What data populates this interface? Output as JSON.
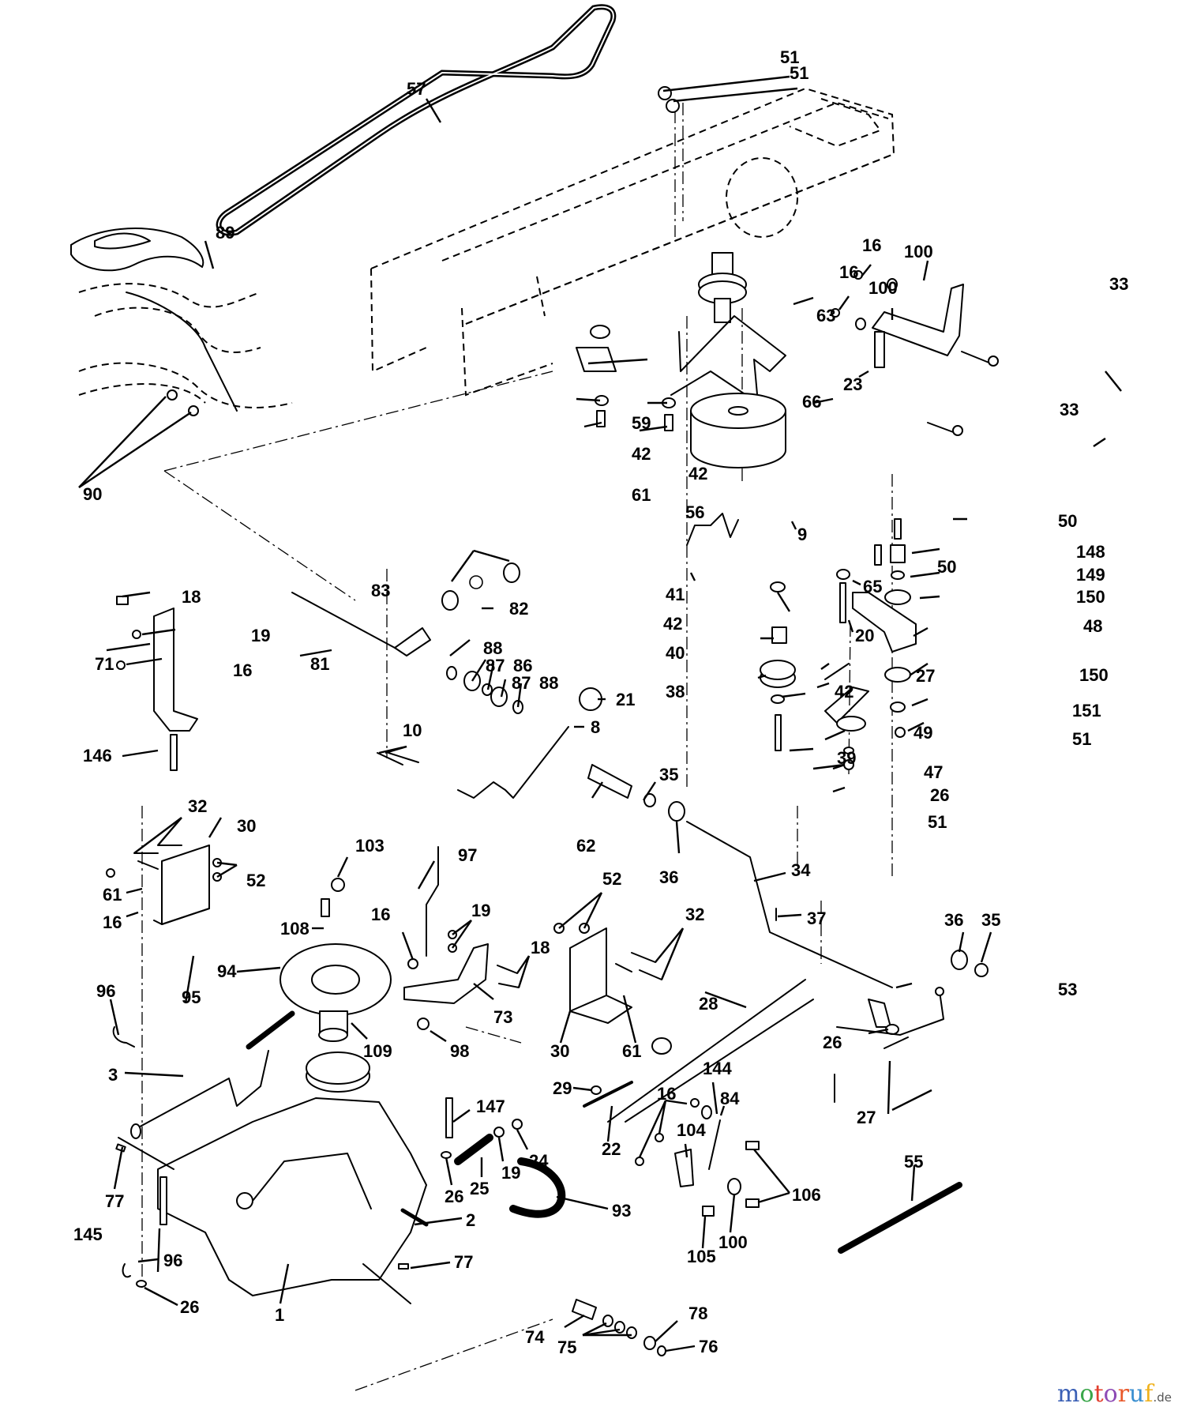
{
  "diagram": {
    "type": "exploded parts diagram",
    "subject": "Lawn tractor drive / transaxle assembly",
    "callouts": [
      {
        "id": "c57",
        "label": "57"
      },
      {
        "id": "c51a",
        "label": "51"
      },
      {
        "id": "c51b",
        "label": "51"
      },
      {
        "id": "c89",
        "label": "89"
      },
      {
        "id": "c16a",
        "label": "16"
      },
      {
        "id": "c100a",
        "label": "100"
      },
      {
        "id": "c16b",
        "label": "16"
      },
      {
        "id": "c100b",
        "label": "100"
      },
      {
        "id": "c33a",
        "label": "33"
      },
      {
        "id": "c33b",
        "label": "33"
      },
      {
        "id": "c23",
        "label": "23"
      },
      {
        "id": "c63",
        "label": "63"
      },
      {
        "id": "c66",
        "label": "66"
      },
      {
        "id": "c59",
        "label": "59"
      },
      {
        "id": "c42a",
        "label": "42"
      },
      {
        "id": "c61a",
        "label": "61"
      },
      {
        "id": "c42b",
        "label": "42"
      },
      {
        "id": "c56",
        "label": "56"
      },
      {
        "id": "c9",
        "label": "9"
      },
      {
        "id": "c90",
        "label": "90"
      },
      {
        "id": "c50a",
        "label": "50"
      },
      {
        "id": "c148",
        "label": "148"
      },
      {
        "id": "c50b",
        "label": "50"
      },
      {
        "id": "c149",
        "label": "149"
      },
      {
        "id": "c150a",
        "label": "150"
      },
      {
        "id": "c48",
        "label": "48"
      },
      {
        "id": "c150b",
        "label": "150"
      },
      {
        "id": "c27a",
        "label": "27"
      },
      {
        "id": "c151",
        "label": "151"
      },
      {
        "id": "c51c",
        "label": "51"
      },
      {
        "id": "c49",
        "label": "49"
      },
      {
        "id": "c47",
        "label": "47"
      },
      {
        "id": "c26a",
        "label": "26"
      },
      {
        "id": "c51d",
        "label": "51"
      },
      {
        "id": "c83",
        "label": "83"
      },
      {
        "id": "c82",
        "label": "82"
      },
      {
        "id": "c41",
        "label": "41"
      },
      {
        "id": "c65",
        "label": "65"
      },
      {
        "id": "c42c",
        "label": "42"
      },
      {
        "id": "c20",
        "label": "20"
      },
      {
        "id": "c40",
        "label": "40"
      },
      {
        "id": "c38",
        "label": "38"
      },
      {
        "id": "c42d",
        "label": "42"
      },
      {
        "id": "c39",
        "label": "39"
      },
      {
        "id": "c18a",
        "label": "18"
      },
      {
        "id": "c19a",
        "label": "19"
      },
      {
        "id": "c71",
        "label": "71"
      },
      {
        "id": "c16c",
        "label": "16"
      },
      {
        "id": "c81",
        "label": "81"
      },
      {
        "id": "c88a",
        "label": "88"
      },
      {
        "id": "c87a",
        "label": "87"
      },
      {
        "id": "c86",
        "label": "86"
      },
      {
        "id": "c87b",
        "label": "87"
      },
      {
        "id": "c88b",
        "label": "88"
      },
      {
        "id": "c21",
        "label": "21"
      },
      {
        "id": "c8",
        "label": "8"
      },
      {
        "id": "c10",
        "label": "10"
      },
      {
        "id": "c146",
        "label": "146"
      },
      {
        "id": "c35a",
        "label": "35"
      },
      {
        "id": "c62",
        "label": "62"
      },
      {
        "id": "c36a",
        "label": "36"
      },
      {
        "id": "c34",
        "label": "34"
      },
      {
        "id": "c32a",
        "label": "32"
      },
      {
        "id": "c30a",
        "label": "30"
      },
      {
        "id": "c61b",
        "label": "61"
      },
      {
        "id": "c52a",
        "label": "52"
      },
      {
        "id": "c16d",
        "label": "16"
      },
      {
        "id": "c103",
        "label": "103"
      },
      {
        "id": "c97",
        "label": "97"
      },
      {
        "id": "c108",
        "label": "108"
      },
      {
        "id": "c16e",
        "label": "16"
      },
      {
        "id": "c19b",
        "label": "19"
      },
      {
        "id": "c52b",
        "label": "52"
      },
      {
        "id": "c32b",
        "label": "32"
      },
      {
        "id": "c18b",
        "label": "18"
      },
      {
        "id": "c37",
        "label": "37"
      },
      {
        "id": "c36b",
        "label": "36"
      },
      {
        "id": "c35b",
        "label": "35"
      },
      {
        "id": "c94",
        "label": "94"
      },
      {
        "id": "c73",
        "label": "73"
      },
      {
        "id": "c30b",
        "label": "30"
      },
      {
        "id": "c61c",
        "label": "61"
      },
      {
        "id": "c96a",
        "label": "96"
      },
      {
        "id": "c95",
        "label": "95"
      },
      {
        "id": "c109",
        "label": "109"
      },
      {
        "id": "c98",
        "label": "98"
      },
      {
        "id": "c28",
        "label": "28"
      },
      {
        "id": "c53",
        "label": "53"
      },
      {
        "id": "c26b",
        "label": "26"
      },
      {
        "id": "c3",
        "label": "3"
      },
      {
        "id": "c29",
        "label": "29"
      },
      {
        "id": "c144",
        "label": "144"
      },
      {
        "id": "c16f",
        "label": "16"
      },
      {
        "id": "c84",
        "label": "84"
      },
      {
        "id": "c27b",
        "label": "27"
      },
      {
        "id": "c147",
        "label": "147"
      },
      {
        "id": "c104",
        "label": "104"
      },
      {
        "id": "c22",
        "label": "22"
      },
      {
        "id": "c77a",
        "label": "77"
      },
      {
        "id": "c19c",
        "label": "19"
      },
      {
        "id": "c24",
        "label": "24"
      },
      {
        "id": "c26c",
        "label": "26"
      },
      {
        "id": "c25",
        "label": "25"
      },
      {
        "id": "c106",
        "label": "106"
      },
      {
        "id": "c55",
        "label": "55"
      },
      {
        "id": "c93",
        "label": "93"
      },
      {
        "id": "c2",
        "label": "2"
      },
      {
        "id": "c145",
        "label": "145"
      },
      {
        "id": "c105",
        "label": "105"
      },
      {
        "id": "c100c",
        "label": "100"
      },
      {
        "id": "c96b",
        "label": "96"
      },
      {
        "id": "c77b",
        "label": "77"
      },
      {
        "id": "c78",
        "label": "78"
      },
      {
        "id": "c74",
        "label": "74"
      },
      {
        "id": "c76",
        "label": "76"
      },
      {
        "id": "c75",
        "label": "75"
      },
      {
        "id": "c26d",
        "label": "26"
      },
      {
        "id": "c1",
        "label": "1"
      }
    ]
  },
  "watermark": {
    "letters": [
      {
        "ch": "m",
        "color": "#3a5fb5"
      },
      {
        "ch": "o",
        "color": "#3aa64a"
      },
      {
        "ch": "t",
        "color": "#e2402f"
      },
      {
        "ch": "o",
        "color": "#8e4bb5"
      },
      {
        "ch": "r",
        "color": "#e9582a"
      },
      {
        "ch": "u",
        "color": "#3a8fd0"
      },
      {
        "ch": "f",
        "color": "#f0b21e"
      }
    ],
    "tld": ".de"
  }
}
